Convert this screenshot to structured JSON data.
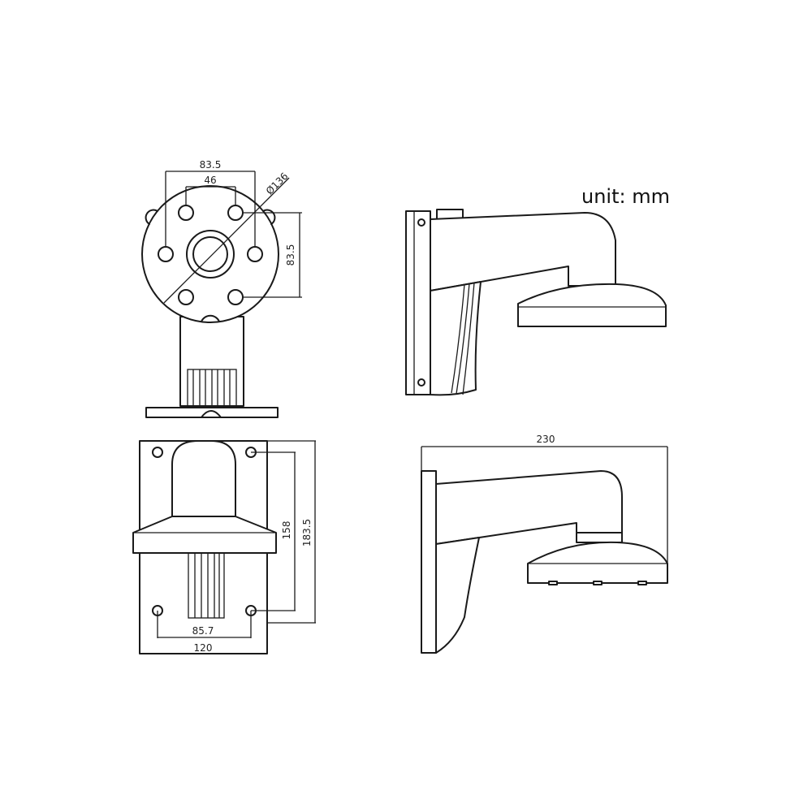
{
  "unit_label": "unit: mm",
  "views": {
    "top_front": {
      "width_outer": "83.5",
      "width_inner": "46",
      "diameter": "Ø136",
      "height": "83.5"
    },
    "bottom_front": {
      "height_inner": "158",
      "height_outer": "183.5",
      "width_inner": "85.7",
      "width_outer": "120"
    },
    "bottom_side": {
      "length": "230"
    }
  },
  "colors": {
    "line": "#1a1a1a",
    "background": "#ffffff"
  }
}
